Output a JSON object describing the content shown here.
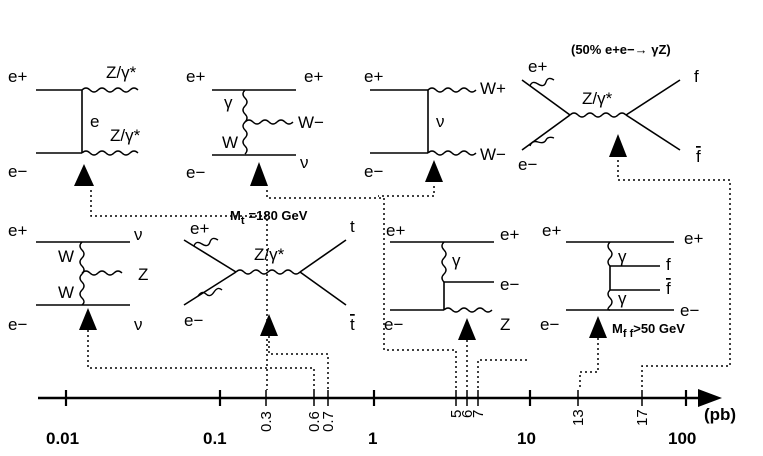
{
  "axis": {
    "unit": "(pb)",
    "decade_labels": [
      "0.01",
      "0.1",
      "1",
      "10",
      "100"
    ],
    "value_ticks": [
      "0.3",
      "0.6",
      "0.7",
      "5",
      "6",
      "7",
      "13",
      "17"
    ]
  },
  "top_diagrams": {
    "zz": {
      "ep": "e+",
      "em": "e−",
      "prop": "e",
      "z1": "Z/γ*",
      "z2": "Z/γ*"
    },
    "wwnu": {
      "ep": "e+",
      "em": "e−",
      "gamma": "γ",
      "w": "W",
      "out1": "e+",
      "out2": "W−",
      "out3": "ν"
    },
    "ww": {
      "ep": "e+",
      "em": "e−",
      "prop": "ν",
      "w1": "W+",
      "w2": "W−"
    },
    "schan": {
      "note": "(50% e+e−→ γZ)",
      "ep": "e+",
      "em": "e−",
      "prop": "Z/γ*",
      "f": "f",
      "fbar": "f"
    }
  },
  "bottom_diagrams": {
    "wwfusion": {
      "ep": "e+",
      "em": "e−",
      "w1": "W",
      "w2": "W",
      "z": "Z",
      "nu1": "ν",
      "nu2": "ν"
    },
    "ttbar": {
      "mass": "M",
      "mass_sub": "t",
      "mass_val": "=180 GeV",
      "ep": "e+",
      "em": "e−",
      "prop": "Z/γ*",
      "t": "t",
      "tbar": "t"
    },
    "zee": {
      "ep": "e+",
      "em": "e−",
      "gamma": "γ",
      "ep_out": "e+",
      "em_out": "e−",
      "z": "Z"
    },
    "twophoton": {
      "ep": "e+",
      "em": "e−",
      "g1": "γ",
      "g2": "γ",
      "ep_out": "e+",
      "f": "f",
      "fbar": "f",
      "em_out": "e−",
      "cut": "M",
      "cut_sub": "f f",
      "cut_val": ">50 GeV"
    }
  }
}
